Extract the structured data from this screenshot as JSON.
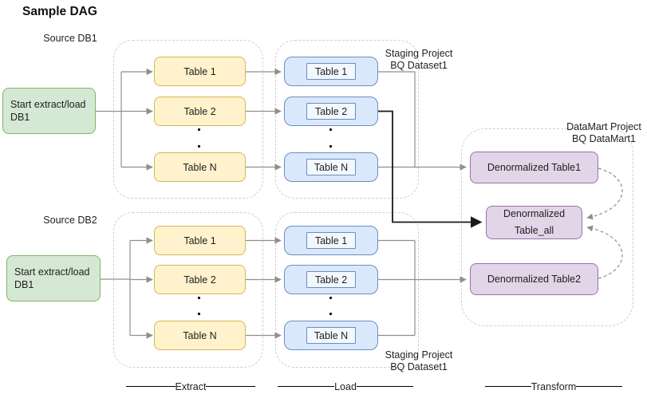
{
  "title": "Sample DAG",
  "sources": [
    {
      "label": "Source DB1",
      "start_line1": "Start extract/load",
      "start_line2": "DB1"
    },
    {
      "label": "Source DB2",
      "start_line1": "Start extract/load",
      "start_line2": "DB1"
    }
  ],
  "extract_groups": [
    {
      "tables": [
        "Table 1",
        "Table 2",
        "Table N"
      ]
    },
    {
      "tables": [
        "Table 1",
        "Table 2",
        "Table N"
      ]
    }
  ],
  "load_groups": [
    {
      "tables": [
        "Table 1",
        "Table 2",
        "Table N"
      ]
    },
    {
      "tables": [
        "Table 1",
        "Table 2",
        "Table N"
      ]
    }
  ],
  "staging_labels": [
    {
      "line1": "Staging Project",
      "line2": "BQ Dataset1"
    },
    {
      "line1": "Staging Project",
      "line2": "BQ Dataset1"
    }
  ],
  "datamart_label": {
    "line1": "DataMart Project",
    "line2": "BQ DataMart1"
  },
  "datamart_tables": [
    {
      "label": "Denormalized Table1"
    },
    {
      "line1": "Denormalized",
      "line2": "Table_all"
    },
    {
      "label": "Denormalized Table2"
    }
  ],
  "stage_rulers": {
    "extract": "Extract",
    "load": "Load",
    "transform": "Transform"
  },
  "ellipsis_char": ".",
  "colors": {
    "start_node_fill": "#d5e8d4",
    "start_node_border": "#82b366",
    "extract_table_fill": "#fff2cc",
    "extract_table_border": "#d6b656",
    "load_table_fill": "#dae8fc",
    "load_table_border": "#6c8ebf",
    "datamart_table_fill": "#e1d5e7",
    "datamart_table_border": "#9673a6",
    "container_dash": "#cfcfcf",
    "edge_gray": "#8f8f8f",
    "edge_black": "#1a1a1a"
  }
}
